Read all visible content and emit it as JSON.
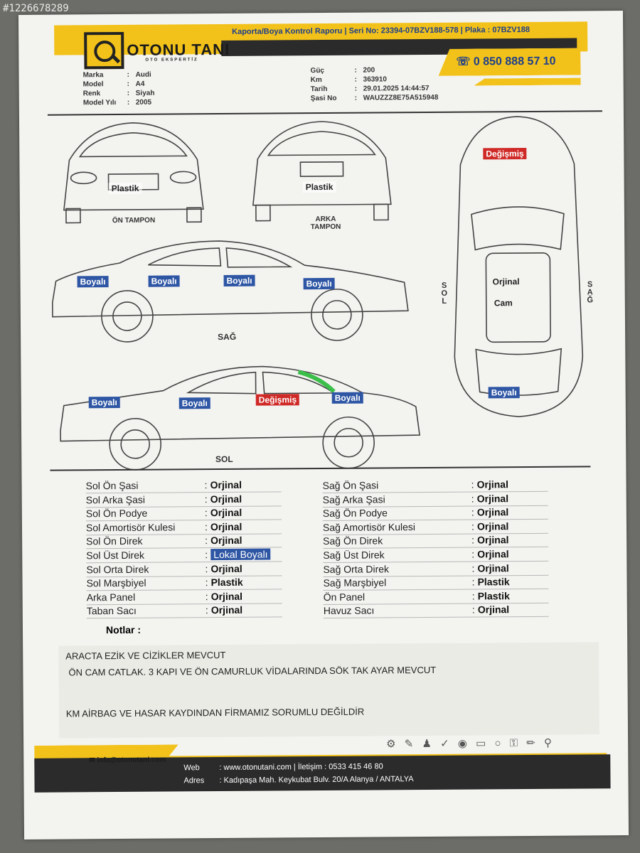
{
  "watermark": "#1226678289",
  "header": {
    "brand": "OTONU TANI",
    "brand_sub": "OTO EKSPERTİZ",
    "report_title": "Kaporta/Boya Kontrol Raporu | Seri No: 23394-07BZV188-578 | Plaka : 07BZV188",
    "phone": "0 850 888 57 10"
  },
  "vehicle_left": [
    {
      "key": "Marka",
      "value": "Audi"
    },
    {
      "key": "Model",
      "value": "A4"
    },
    {
      "key": "Renk",
      "value": "Siyah"
    },
    {
      "key": "Model Yılı",
      "value": "2005"
    }
  ],
  "vehicle_right": [
    {
      "key": "Güç",
      "value": "200"
    },
    {
      "key": "Km",
      "value": "363910"
    },
    {
      "key": "Tarih",
      "value": "29.01.2025 14:44:57"
    },
    {
      "key": "Şasi No",
      "value": "WAUZZZ8E75A515948"
    }
  ],
  "diagram": {
    "front_label": "ÖN TAMPON",
    "rear_label": "ARKA TAMPON",
    "right_label": "SAĞ",
    "left_label": "SOL",
    "top_sol": "SOL",
    "top_sag": "SAĞ",
    "front_bumper": "Plastik",
    "rear_bumper": "Plastik",
    "right_side": [
      "Boyalı",
      "Boyalı",
      "Boyalı",
      "Boyalı"
    ],
    "left_side": [
      "Boyalı",
      "Boyalı",
      "Değişmiş",
      "Boyalı"
    ],
    "top_hood": "Değişmiş",
    "top_roof": "Orjinal",
    "top_roof_sub": "Cam",
    "top_trunk": "Boyalı"
  },
  "damage_left": [
    {
      "part": "Sol Ön Şasi",
      "value": "Orjinal"
    },
    {
      "part": "Sol Arka Şasi",
      "value": "Orjinal"
    },
    {
      "part": "Sol Ön Podye",
      "value": "Orjinal"
    },
    {
      "part": "Sol Amortisör Kulesi",
      "value": "Orjinal"
    },
    {
      "part": "Sol Ön Direk",
      "value": "Orjinal"
    },
    {
      "part": "Sol Üst Direk",
      "value": "Lokal Boyalı"
    },
    {
      "part": "Sol Orta Direk",
      "value": "Orjinal"
    },
    {
      "part": "Sol Marşbiyel",
      "value": "Plastik"
    },
    {
      "part": "Arka Panel",
      "value": "Orjinal"
    },
    {
      "part": "Taban Sacı",
      "value": "Orjinal"
    }
  ],
  "damage_right": [
    {
      "part": "Sağ Ön Şasi",
      "value": "Orjinal"
    },
    {
      "part": "Sağ Arka Şasi",
      "value": "Orjinal"
    },
    {
      "part": "Sağ Ön Podye",
      "value": "Orjinal"
    },
    {
      "part": "Sağ Amortisör Kulesi",
      "value": "Orjinal"
    },
    {
      "part": "Sağ Ön Direk",
      "value": "Orjinal"
    },
    {
      "part": "Sağ Üst Direk",
      "value": "Orjinal"
    },
    {
      "part": "Sağ Orta Direk",
      "value": "Orjinal"
    },
    {
      "part": "Sağ Marşbiyel",
      "value": "Plastik"
    },
    {
      "part": "Ön Panel",
      "value": "Plastik"
    },
    {
      "part": "Havuz Sacı",
      "value": "Orjinal"
    }
  ],
  "notes": {
    "title": "Notlar :",
    "lines": [
      "ARACTA EZİK VE CİZİKLER MEVCUT",
      "ÖN CAM CATLAK.  3 KAPI VE ÖN CAMURLUK VİDALARINDA SÖK TAK AYAR MEVCUT",
      "KM AİRBAG VE HASAR KAYDINDAN FİRMAMIZ SORUMLU DEĞİLDİR"
    ]
  },
  "footer": {
    "email": "info@otonutani.com",
    "web_label": "Web",
    "web": ": www.otonutani.com |  İletişim : 0533 415 46 80",
    "address_label": "Adres",
    "address": ":  Kadıpaşa Mah. Keykubat Bulv. 20/A Alanya / ANTALYA"
  }
}
